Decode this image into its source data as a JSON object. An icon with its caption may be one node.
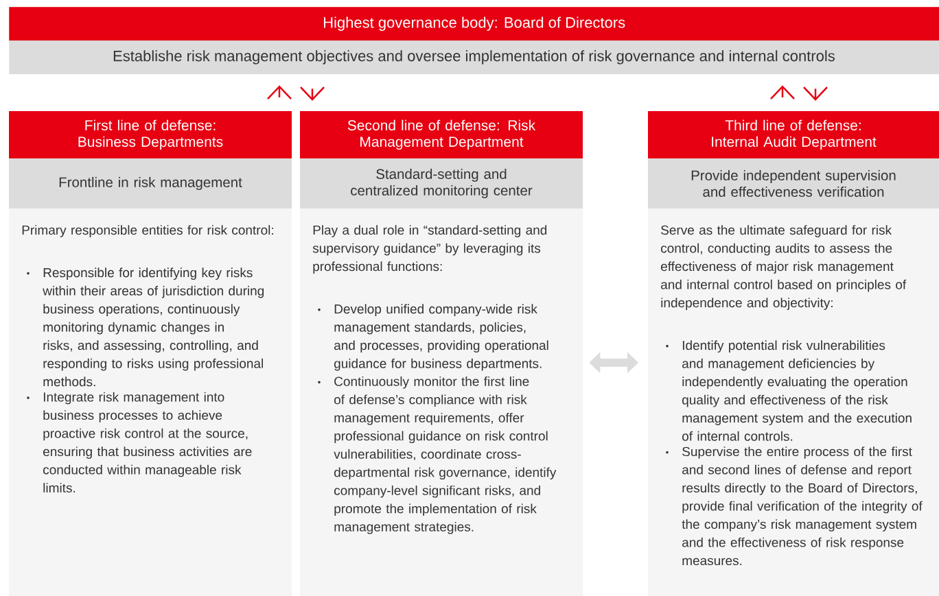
{
  "diagram": {
    "nodes": [
      {
        "text": [
          "Highest governance body: Board of Directors",
          "Establishe risk management objectives and oversee implementation of risk governance and internal controls"
        ]
      },
      {
        "text": [
          "First line of defense: Business Departments",
          "Frontline in risk management",
          "Primary responsible entities for risk control:",
          "Responsible for identifying key risks within their areas of jurisdiction during business operations, continuously monitoring dynamic changes in risks, and assessing, controlling, and responding to risks using professional methods.",
          "Integrate risk management into business processes to achieve proactive risk control at the source, ensuring that business activities are conducted within manageable risk limits."
        ]
      },
      {
        "text": [
          "Second line of defense: Risk Management Department",
          "Standard-setting and centralized monitoring center",
          "Play a dual role in “standard-setting and supervisory guidance” by leveraging its professional functions:",
          "Develop unified company-wide risk management standards, policies, and processes, providing operational guidance for business departments.",
          "Continuously monitor the first line of defense’s compliance with risk management requirements, offer professional guidance on risk control vulnerabilities, coordinate cross-departmental risk governance, identify company-level significant risks, and promote the implementation of risk management strategies."
        ]
      },
      {
        "text": [
          "Third line of defense: Internal Audit Department",
          "Provide independent supervision and effectiveness verification",
          "Serve as the ultimate safeguard for risk control, conducting audits to assess the effectiveness of major risk management and internal control based on principles of independence and objectivity:",
          "Identify potential risk vulnerabilities and management deficiencies by independently evaluating the operation quality and effectiveness of the risk management system and the execution of internal controls.",
          "Supervise the entire process of the first and second lines of defense and report results directly to the Board of Directors, provide final verification of the integrity of the company’s risk management system and the effectiveness of risk response measures."
        ]
      }
    ],
    "edges": [
      {
        "from": 1,
        "to": 0,
        "arrow": "to"
      },
      {
        "from": 0,
        "to": 2,
        "arrow": "to"
      },
      {
        "from": 3,
        "to": 0,
        "arrow": "to"
      },
      {
        "from": 0,
        "to": 3,
        "arrow": "to"
      },
      {
        "from": 2,
        "to": 3,
        "arrow": "both",
        "style": "thick",
        "color": "#dcdcdc"
      }
    ]
  }
}
